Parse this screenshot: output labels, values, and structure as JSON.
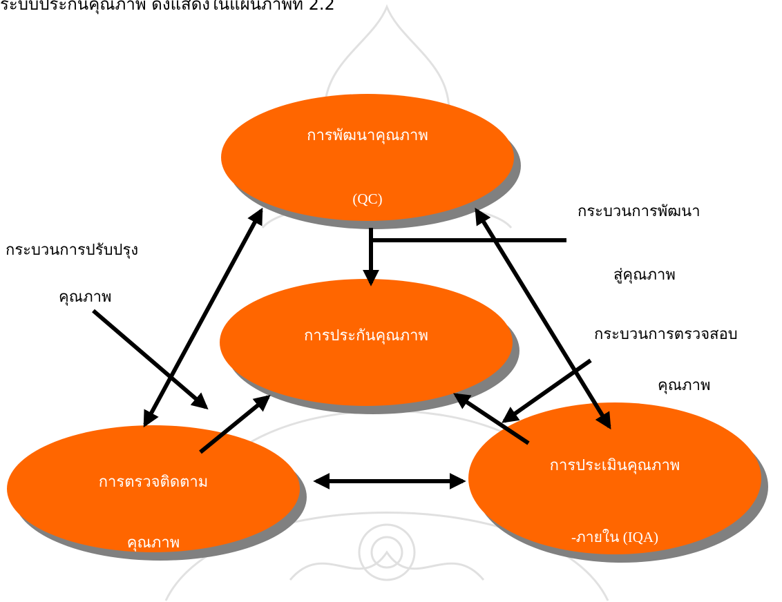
{
  "header_text": "ระบบประกันคุณภาพ ดังแสดงในแผนภาพที่ 2.2",
  "nodes": {
    "development": {
      "line1": "การพัฒนาคุณภาพ",
      "line2": "(QC)"
    },
    "assurance": {
      "line1": "การประกันคุณภาพ"
    },
    "monitoring": {
      "line1": "การตรวจติดตาม",
      "line2": "คุณภาพ"
    },
    "assessment": {
      "line1": "การประเมินคุณภาพ",
      "line2": "-ภายใน (IQA)"
    }
  },
  "labels": {
    "improvement": {
      "line1": "กระบวนการปรับปรุง",
      "line2": "คุณภาพ"
    },
    "development_process": {
      "line1": "กระบวนการพัฒนา",
      "line2": "สู่คุณภาพ"
    },
    "audit_process": {
      "line1": "กระบวนการตรวจสอบ",
      "line2": "คุณภาพ"
    }
  },
  "colors": {
    "ellipse_fill": "#ff6600",
    "ellipse_shadow": "#808080",
    "arrow": "#000000",
    "node_text": "#ffffff"
  }
}
